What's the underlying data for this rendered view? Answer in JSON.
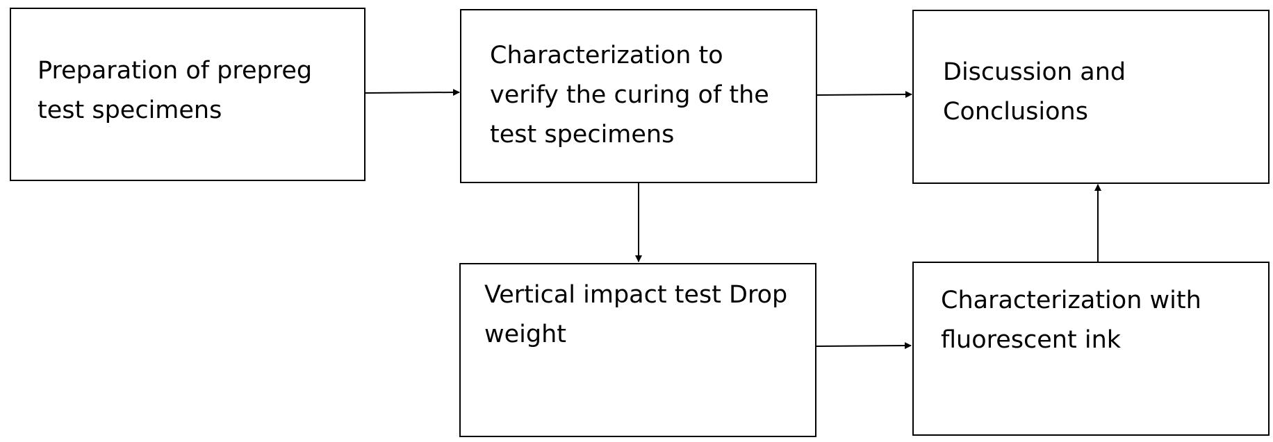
{
  "diagram": {
    "boxes": {
      "preparation": "Preparation of prepreg\ntest specimens",
      "curing_characterization": "Characterization to\nverify the curing of the\ntest specimens",
      "discussion": "Discussion and\nConclusions",
      "impact_test": "Vertical impact test Drop\nweight",
      "fluorescent_characterization": "Characterization with\nfluorescent ink"
    },
    "edges": [
      {
        "from": "preparation",
        "to": "curing_characterization"
      },
      {
        "from": "curing_characterization",
        "to": "discussion"
      },
      {
        "from": "curing_characterization",
        "to": "impact_test"
      },
      {
        "from": "impact_test",
        "to": "fluorescent_characterization"
      },
      {
        "from": "fluorescent_characterization",
        "to": "discussion"
      }
    ],
    "colors": {
      "stroke": "#000000",
      "background": "#ffffff"
    }
  }
}
